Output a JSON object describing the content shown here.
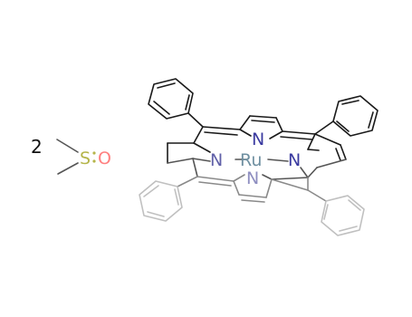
{
  "diagram": {
    "coefficient": "2",
    "labels": {
      "sulfur": "S",
      "oxygen": "O",
      "ruthenium": "Ru",
      "nitrogen": "N"
    },
    "colors": {
      "bond_dark": "#1a1a1a",
      "bond_gray": "#8a8a8a",
      "bond_light": "#c0c0c0",
      "sulfur": "#b5b54a",
      "oxygen": "#ff8080",
      "ruthenium": "#6e8fa0",
      "nitrogen_dark": "#3a3aa0",
      "nitrogen_mid": "#6060a8",
      "nitrogen_light": "#8e8ec0"
    }
  }
}
